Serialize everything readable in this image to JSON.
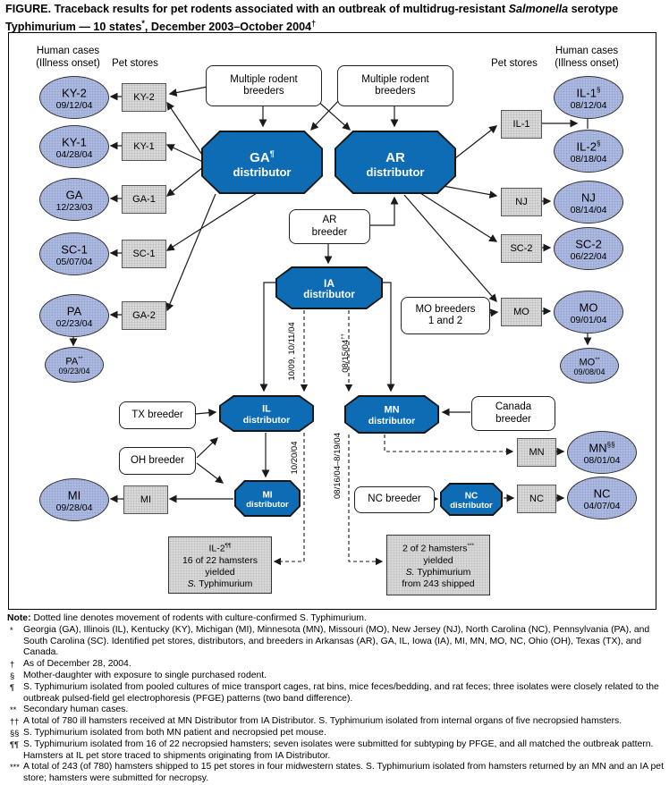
{
  "title": {
    "part1": "FIGURE. Traceback results for pet rodents associated with an outbreak of multidrug-resistant ",
    "italic": "Salmonella",
    "part2": " serotype Typhimurium — 10 states",
    "sup1": "*",
    "part3": ", December 2003–October 2004",
    "sup2": "†"
  },
  "headers": {
    "left_cases_1": "Human cases",
    "left_cases_2": "(Illness onset)",
    "left_stores": "Pet stores",
    "right_stores": "Pet stores",
    "right_cases_1": "Human cases",
    "right_cases_2": "(Illness onset)"
  },
  "left_cases": [
    {
      "label": "KY-2",
      "sup": "",
      "date": "09/12/04"
    },
    {
      "label": "KY-1",
      "sup": "",
      "date": "04/28/04"
    },
    {
      "label": "GA",
      "sup": "",
      "date": "12/23/03"
    },
    {
      "label": "SC-1",
      "sup": "",
      "date": "05/07/04"
    },
    {
      "label": "PA",
      "sup": "",
      "date": "02/23/04"
    },
    {
      "label": "PA",
      "sup": "**",
      "date": "09/23/04"
    },
    {
      "label": "MI",
      "sup": "",
      "date": "09/28/04"
    }
  ],
  "left_stores": [
    "KY-2",
    "KY-1",
    "GA-1",
    "SC-1",
    "GA-2",
    "MI"
  ],
  "right_stores": [
    "IL-1",
    "NJ",
    "SC-2",
    "MO",
    "MN",
    "NC"
  ],
  "right_cases": [
    {
      "label": "IL-1",
      "sup": "§",
      "date": "08/12/04"
    },
    {
      "label": "IL-2",
      "sup": "§",
      "date": "08/18/04"
    },
    {
      "label": "NJ",
      "sup": "",
      "date": "08/14/04"
    },
    {
      "label": "SC-2",
      "sup": "",
      "date": "06/22/04"
    },
    {
      "label": "MO",
      "sup": "",
      "date": "09/01/04"
    },
    {
      "label": "MO",
      "sup": "**",
      "date": "09/08/04"
    },
    {
      "label": "MN",
      "sup": "§§",
      "date": "08/01/04"
    },
    {
      "label": "NC",
      "sup": "",
      "date": "04/07/04"
    }
  ],
  "breeders": {
    "multi_left_1": "Multiple rodent",
    "multi_left_2": "breeders",
    "multi_right_1": "Multiple rodent",
    "multi_right_2": "breeders",
    "ar_1": "AR",
    "ar_2": "breeder",
    "mo_1": "MO breeders",
    "mo_2": "1 and 2",
    "tx": "TX breeder",
    "oh": "OH breeder",
    "canada_1": "Canada",
    "canada_2": "breeder",
    "nc": "NC breeder"
  },
  "distributors": [
    {
      "label": "GA",
      "sup": "¶",
      "line2": "distributor"
    },
    {
      "label": "AR",
      "sup": "",
      "line2": "distributor"
    },
    {
      "label": "IA",
      "sup": "",
      "line2": "distributor"
    },
    {
      "label": "IL",
      "sup": "",
      "line2": "distributor"
    },
    {
      "label": "MN",
      "sup": "",
      "line2": "distributor"
    },
    {
      "label": "MI",
      "sup": "",
      "line2": "distributor"
    },
    {
      "label": "NC",
      "sup": "",
      "line2": "distributor"
    }
  ],
  "edge_labels": {
    "ia_il": "10/09, 10/11/04",
    "ia_mn": "08/15/04",
    "ia_mn_sup": "††",
    "il_mi": "10/20/04",
    "mn_ship": "08/16/04–8/19/04"
  },
  "note_boxes": {
    "il2": {
      "t1": "IL-2",
      "t1sup": "¶¶",
      "l2": "16 of 22 hamsters",
      "l3": "yielded",
      "l4i": "S.",
      "l4r": " Typhimurium"
    },
    "shipped": {
      "t1": "2 of 2 hamsters",
      "t1sup": "***",
      "l2": "yielded",
      "l3i": "S.",
      "l3r": " Typhimurium",
      "l4": "from 243 shipped"
    }
  },
  "note": {
    "label": "Note:",
    "text": " Dotted line denotes movement of rodents with culture-confirmed S. Typhimurium."
  },
  "footnotes": [
    {
      "sym": "*",
      "text": "Georgia (GA), Illinois (IL), Kentucky (KY), Michigan (MI), Minnesota (MN), Missouri (MO), New Jersey (NJ), North Carolina (NC), Pennsylvania (PA), and South Carolina (SC). Identified pet stores, distributors, and breeders in Arkansas (AR), GA, IL, Iowa (IA), MI, MN, MO, NC, Ohio (OH), Texas (TX), and Canada."
    },
    {
      "sym": "†",
      "text": "As of December 28, 2004."
    },
    {
      "sym": "§",
      "text": "Mother-daughter with exposure to single purchased rodent."
    },
    {
      "sym": "¶",
      "text": "S. Typhimurium isolated from pooled cultures of mice transport cages, rat bins, mice feces/bedding, and rat feces; three isolates were closely related to the outbreak pulsed-field gel electrophoresis (PFGE) patterns (two band difference)."
    },
    {
      "sym": "**",
      "text": "Secondary human cases."
    },
    {
      "sym": "††",
      "text": "A total of 780 ill hamsters received at MN Distributor from IA Distributor. S. Typhimurium isolated from internal organs of five necropsied hamsters."
    },
    {
      "sym": "§§",
      "text": "S. Typhimurium isolated from both MN patient and necropsied pet mouse."
    },
    {
      "sym": "¶¶",
      "text": "S. Typhimurium isolated from 16 of 22 necropsied hamsters; seven isolates were submitted for subtyping by PFGE, and all matched the outbreak pattern. Hamsters at IL pet store traced to shipments originating from IA Distributor."
    },
    {
      "sym": "***",
      "text": "A total of 243 (of 780) hamsters shipped to 15 pet stores in four midwestern states. S. Typhimurium isolated from hamsters returned by an MN and an IA pet store; hamsters were submitted for necropsy."
    }
  ],
  "colors": {
    "distributor_blue": "#0d6cb4",
    "ellipse_fill": "#b3bfe4",
    "box_gray": "#dcdcdc"
  }
}
